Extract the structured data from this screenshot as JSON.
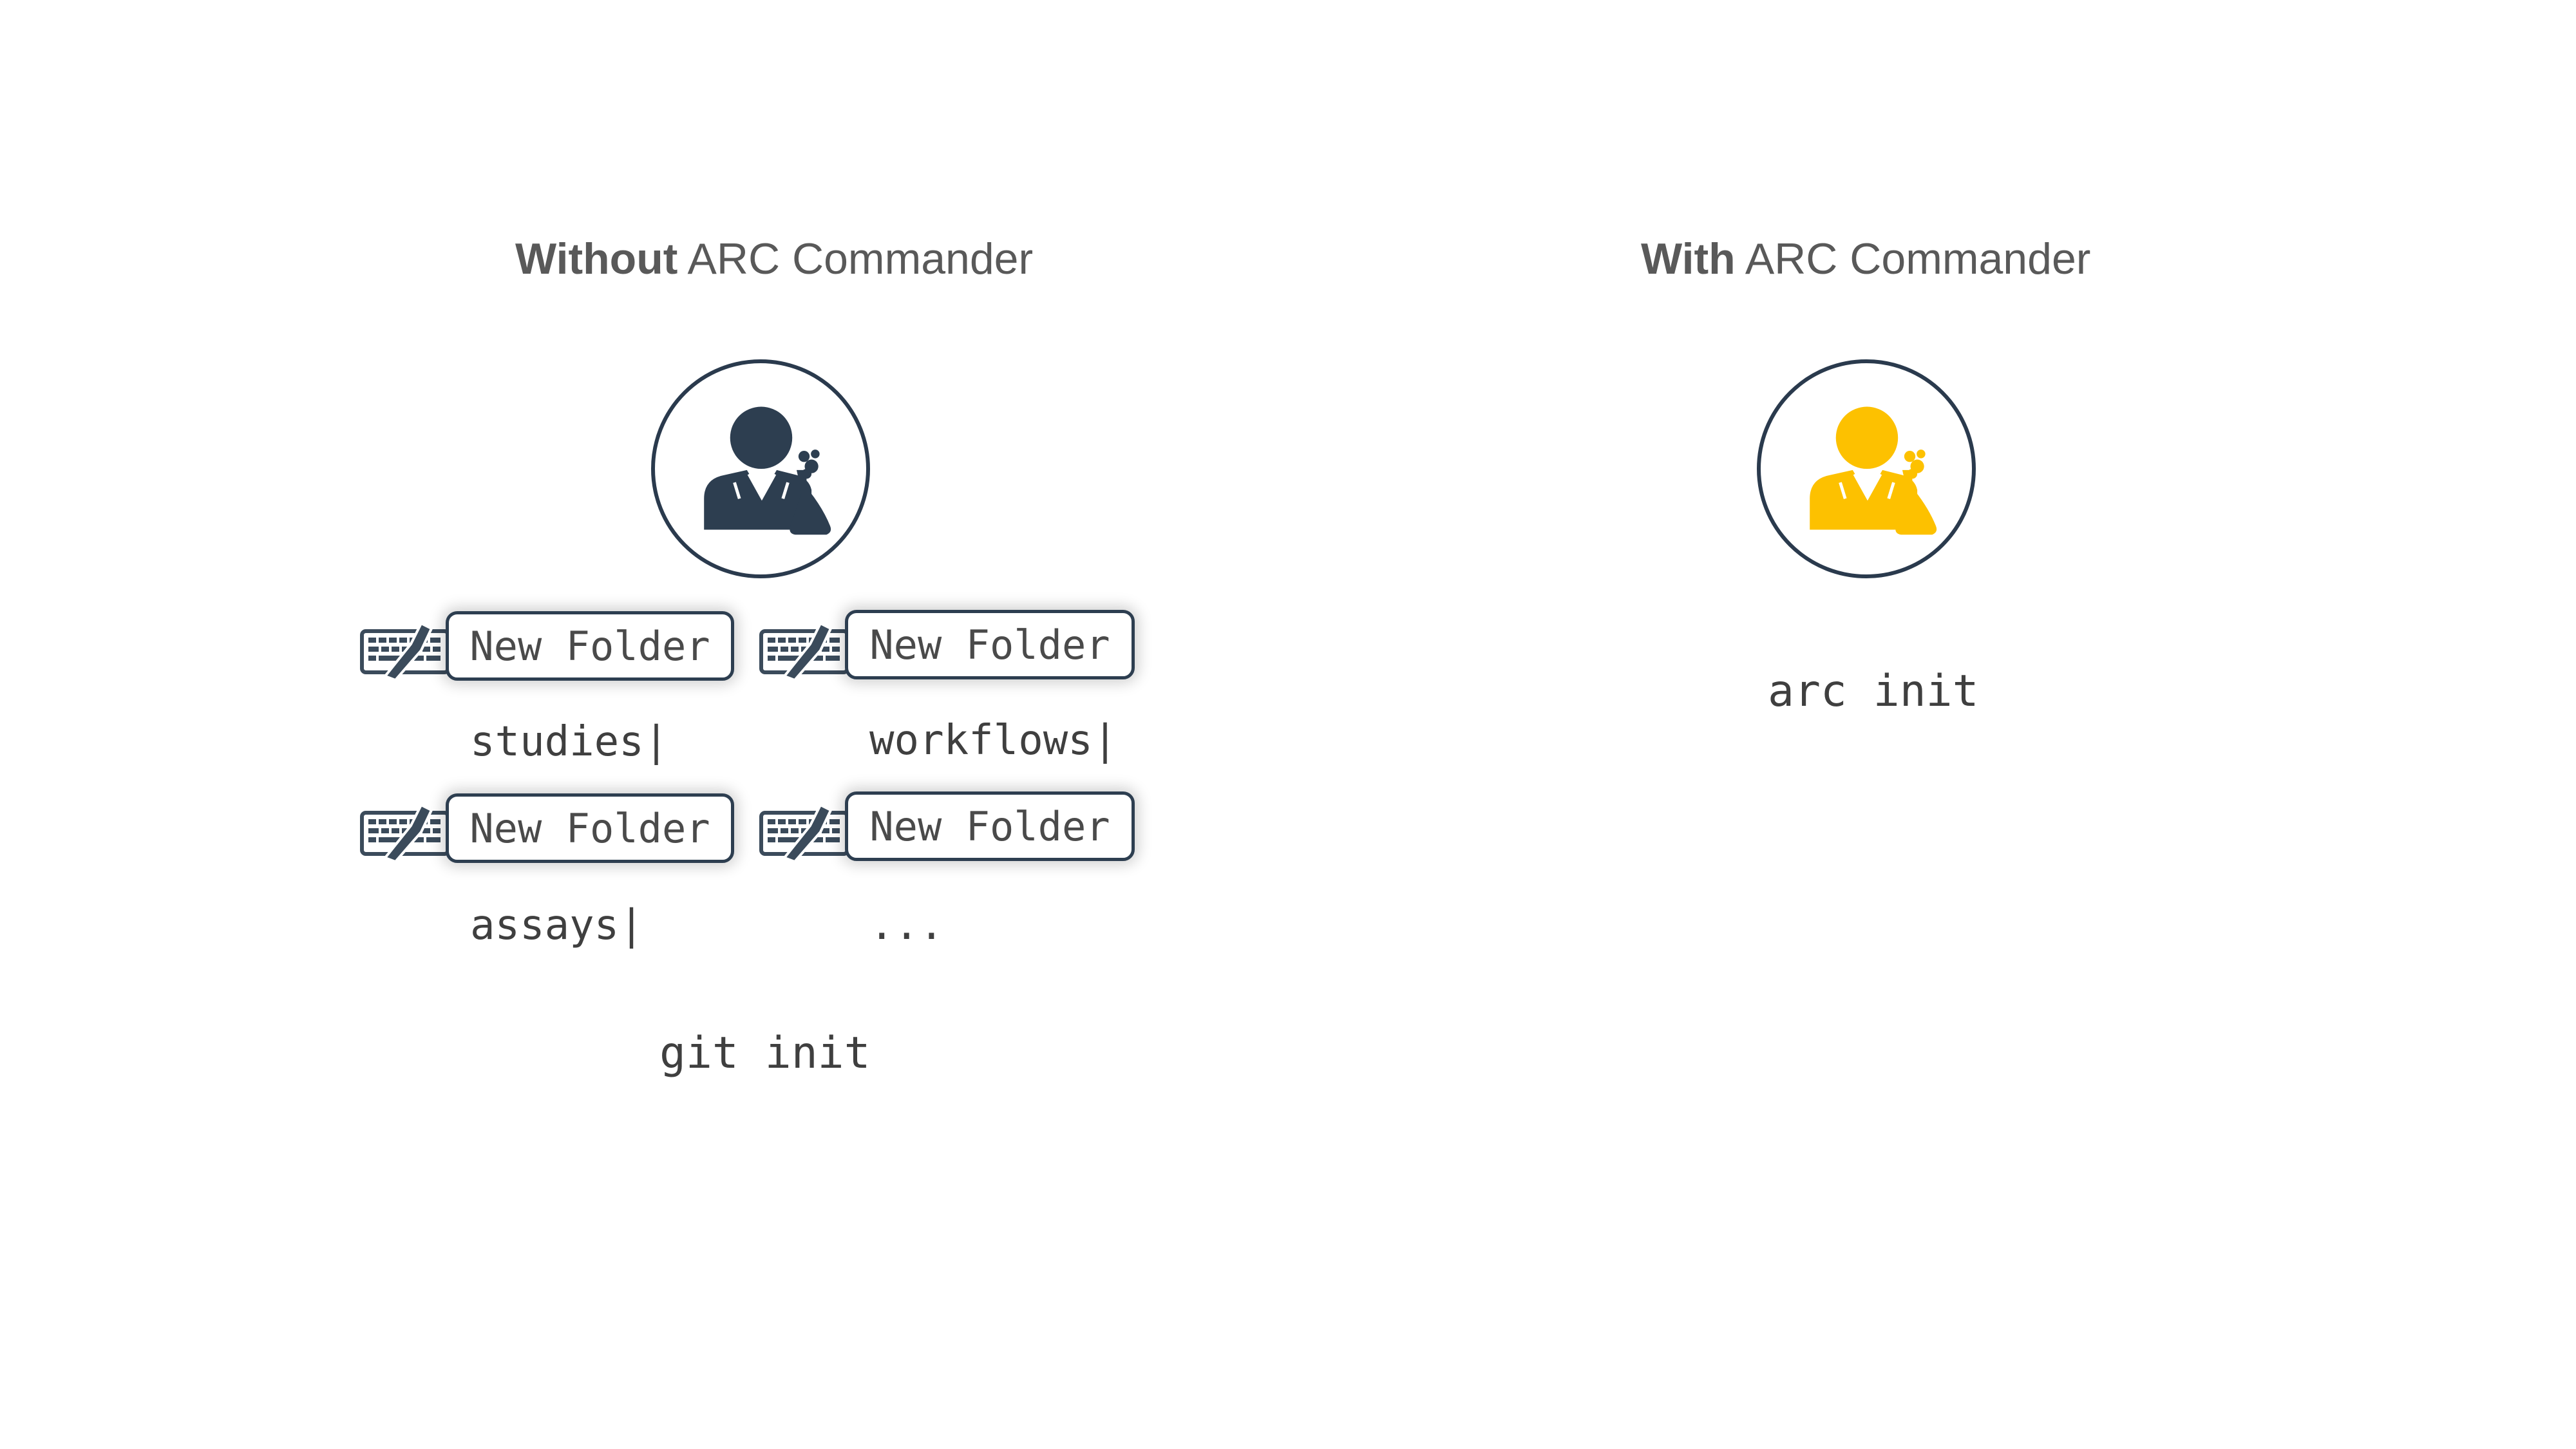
{
  "left_panel": {
    "heading_bold": "Without",
    "heading_rest": " ARC Commander",
    "person_color": "#2d3e50",
    "steps": [
      {
        "button_label": "New Folder",
        "typed": "studies|"
      },
      {
        "button_label": "New Folder",
        "typed": "workflows|"
      },
      {
        "button_label": "New Folder",
        "typed": "assays|"
      },
      {
        "button_label": "New Folder",
        "typed": "..."
      }
    ],
    "command": "git init"
  },
  "right_panel": {
    "heading_bold": "With",
    "heading_rest": " ARC Commander",
    "person_color": "#fdc100",
    "command": "arc init"
  },
  "icons": {
    "person": "scientist-with-flask-icon",
    "input": "keyboard-mouse-icon"
  },
  "colors": {
    "outline": "#2d3e50",
    "text": "#595959",
    "accent": "#fdc100"
  }
}
